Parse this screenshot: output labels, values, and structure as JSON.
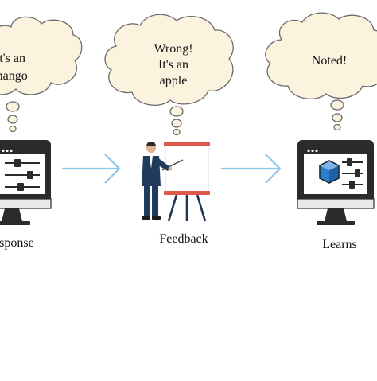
{
  "steps": [
    {
      "caption": "Response",
      "bubble_lines": [
        "It's an",
        "mango"
      ],
      "icon": "computer-settings-icon"
    },
    {
      "caption": "Feedback",
      "bubble_lines": [
        "Wrong!",
        "It's an",
        "apple"
      ],
      "icon": "presenter-whiteboard-icon"
    },
    {
      "caption": "Learns",
      "bubble_lines": [
        "Noted!"
      ],
      "icon": "computer-cube-settings-icon"
    }
  ],
  "arrows": [
    "right-arrow-icon",
    "right-arrow-icon"
  ],
  "colors": {
    "bubble_fill": "#fbf3de",
    "bubble_stroke": "#6a6a6a",
    "monitor_dark": "#2b2b2b",
    "monitor_screen": "#ffffff",
    "arrow": "#8ec7ec",
    "board_red": "#e2574c",
    "person_suit": "#1f3c5c",
    "cube_blue": "#2f7fd0",
    "easel_navy": "#1e3550"
  }
}
